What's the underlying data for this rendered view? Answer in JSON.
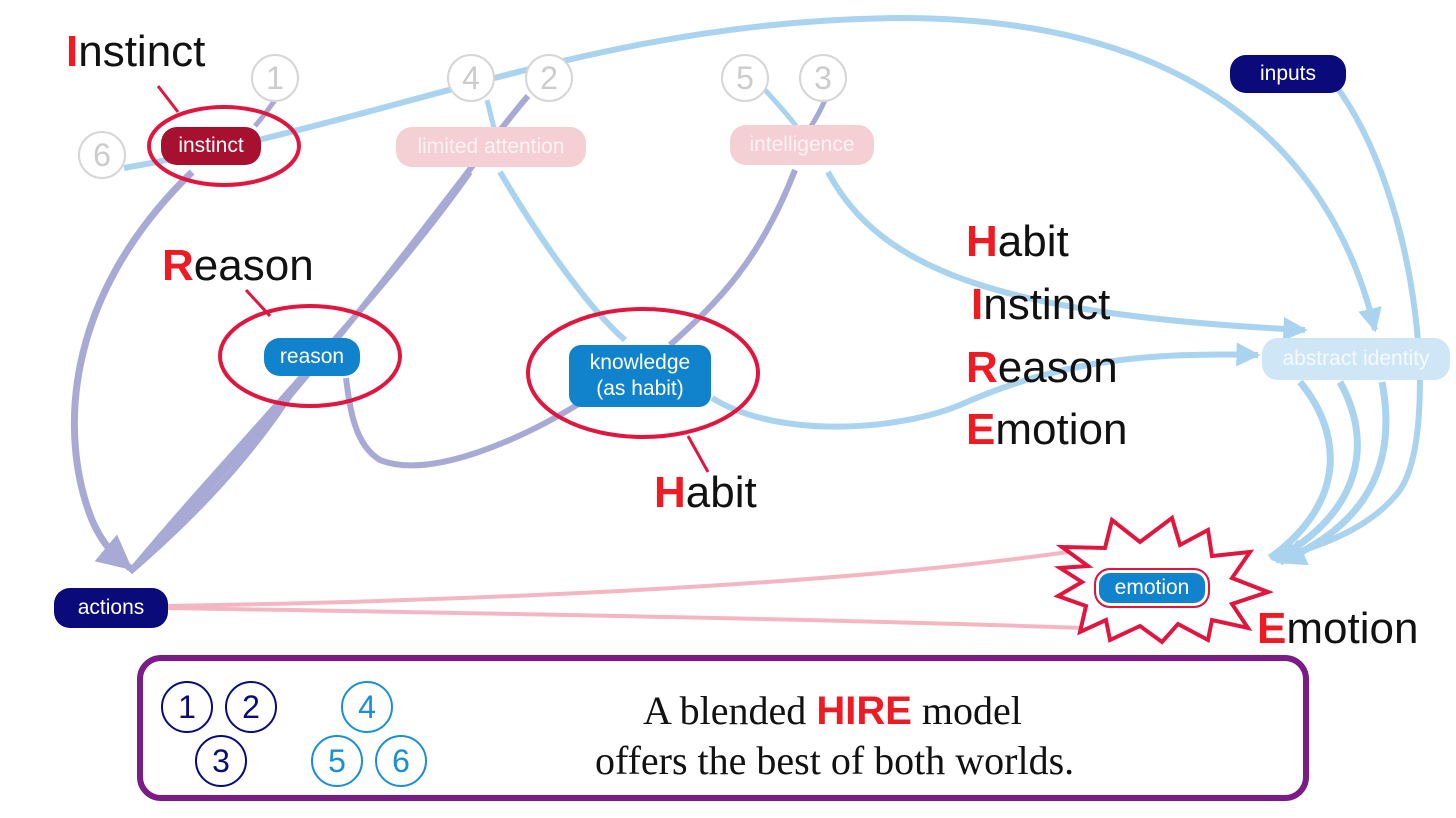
{
  "nodes": {
    "instinct": "instinct",
    "limited_attention": "limited attention",
    "intelligence": "intelligence",
    "reason": "reason",
    "knowledge": "knowledge\n(as habit)",
    "abstract_identity": "abstract identity",
    "emotion": "emotion",
    "actions": "actions",
    "inputs": "inputs"
  },
  "numbered_circles": [
    "1",
    "6",
    "4",
    "2",
    "5",
    "3"
  ],
  "labels": {
    "instinct": {
      "initial": "I",
      "rest": "nstinct"
    },
    "reason": {
      "initial": "R",
      "rest": "eason"
    },
    "habit": {
      "initial": "H",
      "rest": "abit"
    },
    "emotion": {
      "initial": "E",
      "rest": "motion"
    }
  },
  "hire_list": [
    {
      "initial": "H",
      "rest": "abit"
    },
    {
      "initial": "I",
      "rest": "nstinct"
    },
    {
      "initial": "R",
      "rest": "eason"
    },
    {
      "initial": "E",
      "rest": "motion"
    }
  ],
  "legend": {
    "dark_circles": [
      "1",
      "2",
      "3"
    ],
    "blue_circles": [
      "4",
      "5",
      "6"
    ],
    "line1_pre": "A blended",
    "line1_hire": "HIRE",
    "line1_post": "model",
    "line2": "offers the best of both worlds."
  },
  "colors": {
    "red_accent": "#ee1b24",
    "ring_red": "#e0163f",
    "navy": "#0a0a7a",
    "blue": "#1183cc",
    "maroon": "#a8102f",
    "purple_frame": "#7a1b87",
    "flow_purple": "#a9a9d6",
    "flow_blue": "#a9d3ef",
    "flow_pink": "#f4b6c2"
  }
}
